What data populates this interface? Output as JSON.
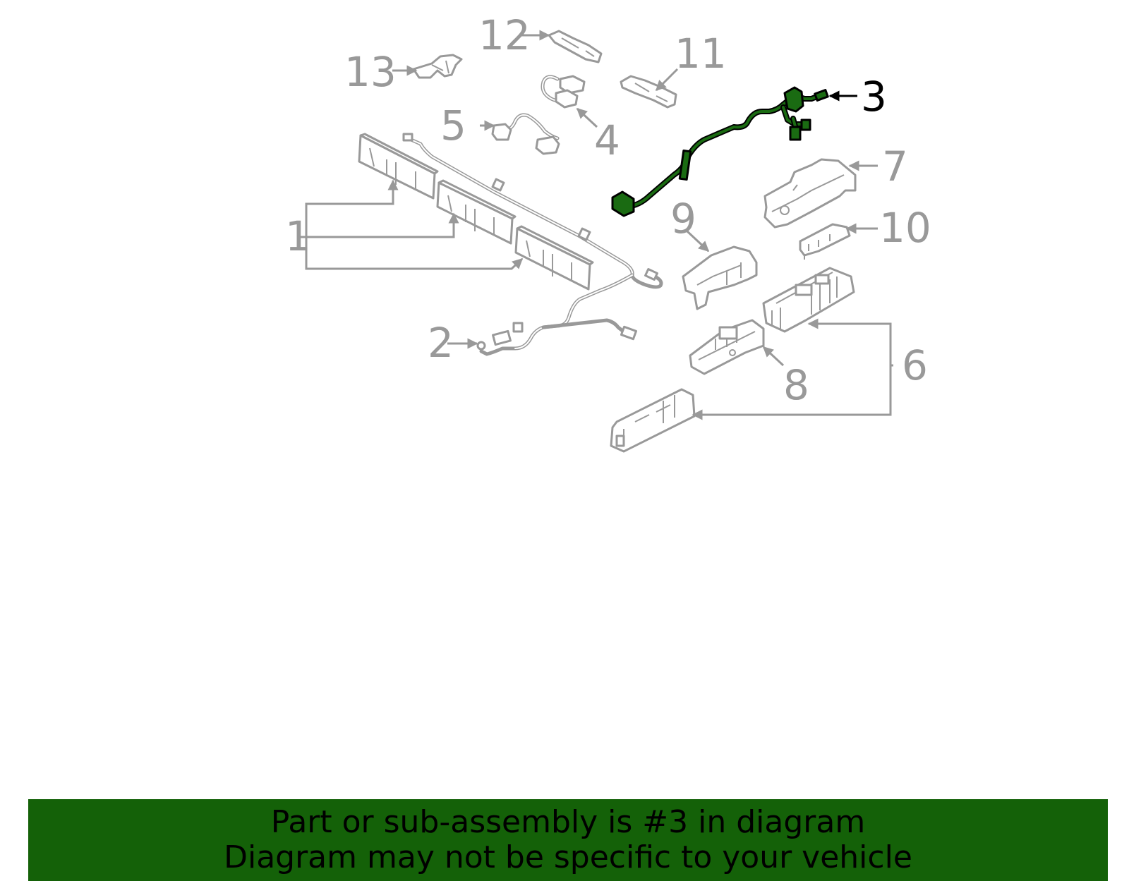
{
  "diagram": {
    "highlighted_part": "3",
    "highlight_color": "#1a6b12",
    "callouts": {
      "c1": "1",
      "c2": "2",
      "c3": "3",
      "c4": "4",
      "c5": "5",
      "c6": "6",
      "c7": "7",
      "c8": "8",
      "c9": "9",
      "c10": "10",
      "c11": "11",
      "c12": "12",
      "c13": "13"
    }
  },
  "banner": {
    "line1": "Part or sub-assembly is #3 in diagram",
    "line2": "Diagram may not be specific to your vehicle",
    "background_color": "#146108"
  }
}
